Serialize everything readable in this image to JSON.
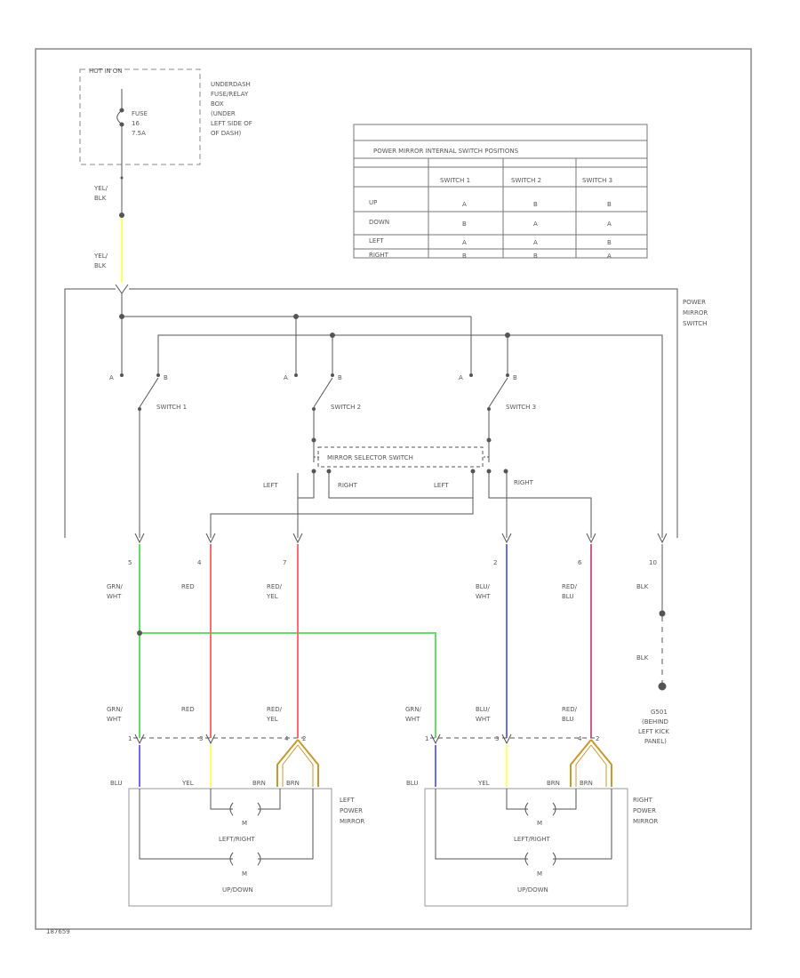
{
  "fuse_box": {
    "hot_label": "HOT IN ON",
    "fuse_name": "FUSE",
    "fuse_number": "16",
    "fuse_rating": "7.5A",
    "location": [
      "UNDERDASH",
      "FUSE/RELAY",
      "BOX",
      "(UNDER",
      "LEFT SIDE OF",
      "OF DASH)"
    ]
  },
  "feed_wire_top": [
    "YEL/",
    "BLK"
  ],
  "feed_wire_bottom": [
    "YEL/",
    "BLK"
  ],
  "power_mirror_switch": [
    "POWER",
    "MIRROR",
    "SWITCH"
  ],
  "table": {
    "title": "POWER MIRROR INTERNAL SWITCH POSITIONS",
    "columns": [
      "SWITCH 1",
      "SWITCH 2",
      "SWITCH 3"
    ],
    "rows": [
      {
        "label": "UP",
        "cells": [
          "A",
          "B",
          "B"
        ]
      },
      {
        "label": "DOWN",
        "cells": [
          "B",
          "A",
          "A"
        ]
      },
      {
        "label": "LEFT",
        "cells": [
          "A",
          "A",
          "B"
        ]
      },
      {
        "label": "RIGHT",
        "cells": [
          "B",
          "B",
          "A"
        ]
      }
    ]
  },
  "switches": [
    {
      "name": "SWITCH 1",
      "a": "A",
      "b": "B"
    },
    {
      "name": "SWITCH 2",
      "a": "A",
      "b": "B"
    },
    {
      "name": "SWITCH 3",
      "a": "A",
      "b": "B"
    }
  ],
  "selector": {
    "title": "MIRROR SELECTOR SWITCH",
    "labels": [
      "LEFT",
      "RIGHT",
      "LEFT",
      "RIGHT"
    ]
  },
  "connector_pins": {
    "p5": "5",
    "p4": "4",
    "p7": "7",
    "p2": "2",
    "p6": "6",
    "p10": "10"
  },
  "upper_wires": {
    "grn_wht": [
      "GRN/",
      "WHT"
    ],
    "red": [
      "RED"
    ],
    "red_yel": [
      "RED/",
      "YEL"
    ],
    "blu_wht": [
      "BLU/",
      "WHT"
    ],
    "red_blu": [
      "RED/",
      "BLU"
    ],
    "blk": [
      "BLK"
    ],
    "blk2": [
      "BLK"
    ]
  },
  "ground": [
    "G501",
    "(BEHIND",
    "LEFT KICK",
    "PANEL)"
  ],
  "left_mirror": {
    "wires": {
      "grn_wht": [
        "GRN/",
        "WHT"
      ],
      "red": [
        "RED"
      ],
      "red_yel": [
        "RED/",
        "YEL"
      ]
    },
    "pins": [
      "1",
      "3",
      "4",
      "2"
    ],
    "bottom_wires": [
      "BLU",
      "YEL",
      "BRN",
      "BRN"
    ],
    "motor_top": [
      "M",
      "LEFT/RIGHT"
    ],
    "motor_bottom": [
      "M",
      "UP/DOWN"
    ],
    "name": [
      "LEFT",
      "POWER",
      "MIRROR"
    ]
  },
  "right_mirror": {
    "wires": {
      "grn_wht": [
        "GRN/",
        "WHT"
      ],
      "blu_wht": [
        "BLU/",
        "WHT"
      ],
      "red_blu": [
        "RED/",
        "BLU"
      ]
    },
    "pins": [
      "1",
      "3",
      "4",
      "2"
    ],
    "bottom_wires": [
      "BLU",
      "YEL",
      "BRN",
      "BRN"
    ],
    "motor_top": [
      "M",
      "LEFT/RIGHT"
    ],
    "motor_bottom": [
      "M",
      "UP/DOWN"
    ],
    "name": [
      "RIGHT",
      "POWER",
      "MIRROR"
    ]
  },
  "figure_id": "187659",
  "colors": {
    "line": "#555555",
    "frame": "#888888",
    "yellow": "#ffff66",
    "green": "#66dd66",
    "red": "#ff6b6b",
    "blue": "#6a6aff",
    "pink": "#cc5c8c",
    "brown": "#c89a2a"
  }
}
